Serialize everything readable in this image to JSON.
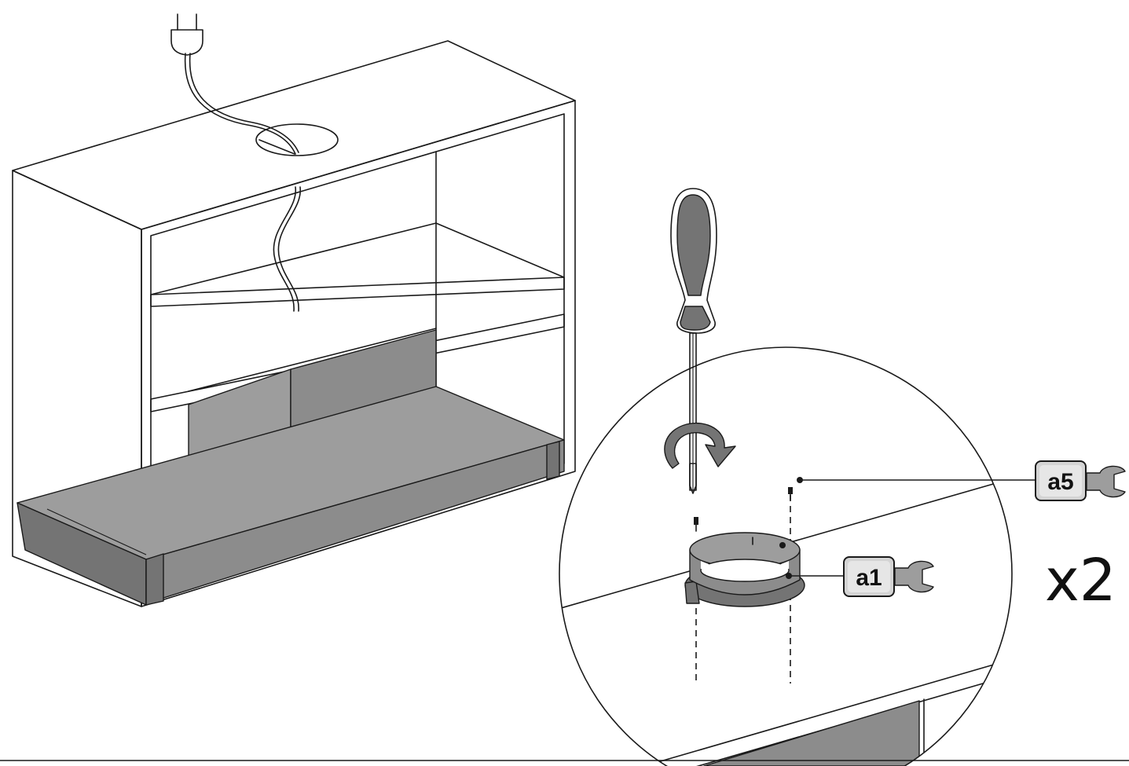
{
  "labels": {
    "a5": "a5",
    "a1": "a1"
  },
  "quantity": "x2",
  "icons": {
    "plug": "plug-icon",
    "screwdriver": "screwdriver-icon",
    "rotation": "clockwise-arrow-icon",
    "wrench": "wrench-icon"
  },
  "colors": {
    "line": "#1a1a1a",
    "part_fill": "#8c8c8c",
    "label_fill": "#d4d4d4"
  }
}
